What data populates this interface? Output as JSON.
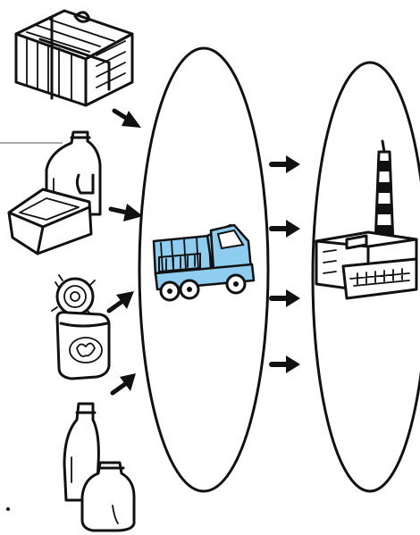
{
  "diagram": {
    "stages": [
      {
        "id": "waste-items",
        "items": [
          "newspaper-bundle",
          "plastic-bottle",
          "food-tray",
          "tin-can",
          "glass-bottles"
        ]
      },
      {
        "id": "collection",
        "items": [
          "collection-truck"
        ]
      },
      {
        "id": "processing",
        "items": [
          "recycling-factory"
        ]
      }
    ],
    "colors": {
      "ink": "#111111",
      "truck_fill": "#8fcdf0",
      "background": "#ffffff"
    },
    "arrows": {
      "items_to_truck": 4,
      "truck_to_factory": 4
    },
    "icons": [
      "newspaper-icon",
      "bottle-icon",
      "tray-icon",
      "can-icon",
      "glass-bottle-icon",
      "truck-icon",
      "factory-icon",
      "arrow-icon"
    ]
  }
}
